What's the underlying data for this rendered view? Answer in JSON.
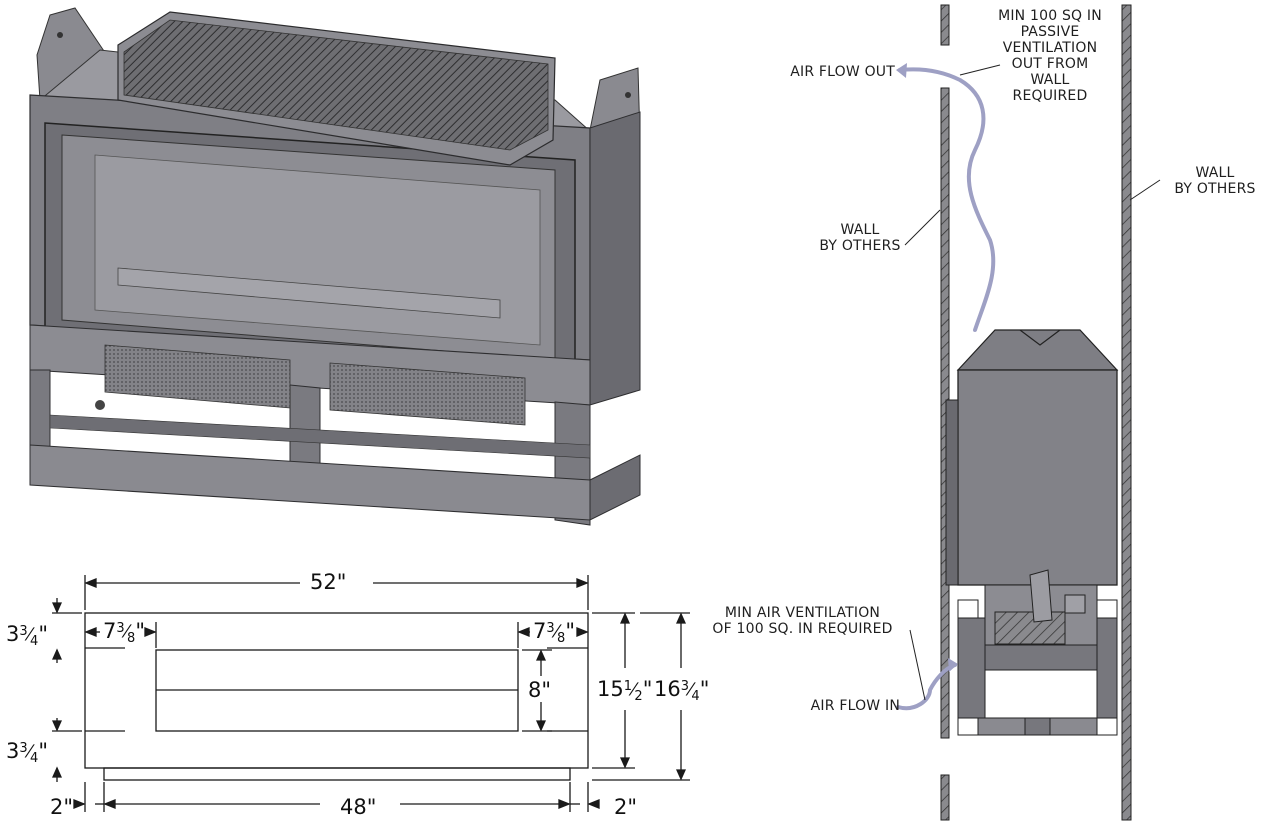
{
  "side_view": {
    "passive_vent_note": [
      "MIN 100 SQ IN",
      "PASSIVE",
      "VENTILATION",
      "OUT FROM",
      "WALL",
      "REQUIRED"
    ],
    "air_flow_out": "AIR FLOW OUT",
    "wall_left": [
      "WALL",
      "BY OTHERS"
    ],
    "wall_right": [
      "WALL",
      "BY OTHERS"
    ],
    "min_air_vent_note": [
      "MIN AIR VENTILATION",
      "OF 100 SQ. IN REQUIRED"
    ],
    "air_flow_in": "AIR FLOW IN"
  },
  "front_view": {
    "overall_width": "52\"",
    "inner_left_offset": {
      "whole": "7",
      "num": "3",
      "den": "8",
      "unit": "\""
    },
    "inner_right_offset": {
      "whole": "7",
      "num": "3",
      "den": "8",
      "unit": "\""
    },
    "top_margin": {
      "whole": "3",
      "num": "3",
      "den": "4",
      "unit": "\""
    },
    "bottom_margin": {
      "whole": "3",
      "num": "3",
      "den": "4",
      "unit": "\""
    },
    "opening_height": "8\"",
    "body_height": {
      "whole": "15",
      "num": "1",
      "den": "2",
      "unit": "\""
    },
    "overall_height": {
      "whole": "16",
      "num": "3",
      "den": "4",
      "unit": "\""
    },
    "base_left": "2\"",
    "base_width": "48\"",
    "base_right": "2\""
  },
  "colors": {
    "line": "#1a1a1a",
    "steel": "#7d7d82",
    "steel_light": "#a3a3a8",
    "steel_dark": "#5a5a5e",
    "glass": "#8c8c92",
    "airflow": "#9ea0c4",
    "hatch": "#3c3c3c"
  }
}
